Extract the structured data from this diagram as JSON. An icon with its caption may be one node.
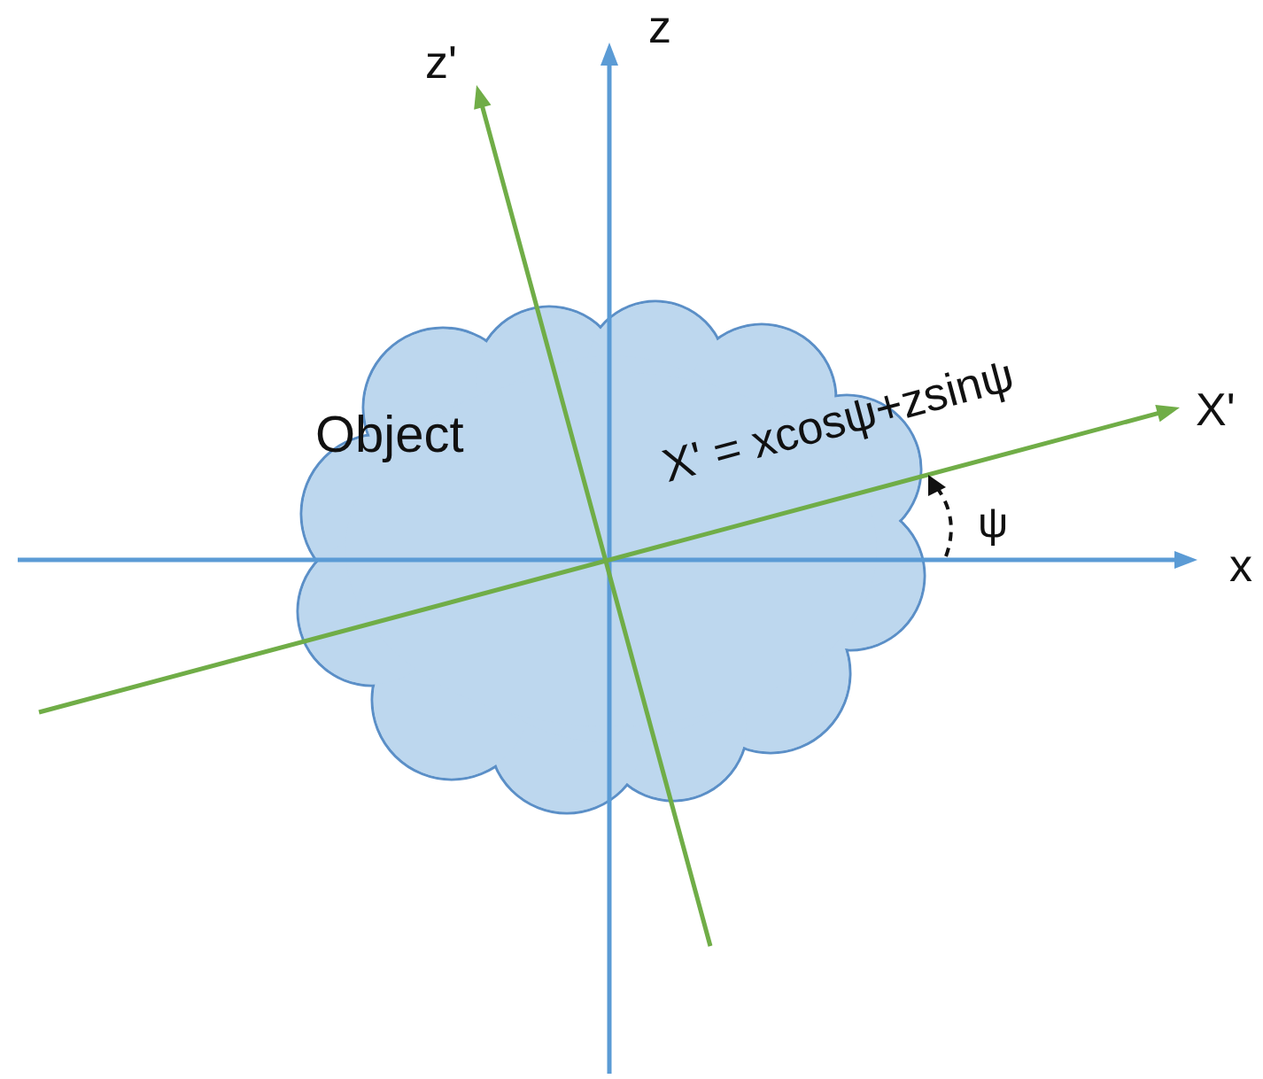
{
  "diagram": {
    "nodes": [
      {
        "text": [
          "Object"
        ]
      }
    ],
    "edges": [],
    "labels": [
      "z'",
      "z",
      "X' = xcosψ+zsinψ",
      "X'",
      "ψ",
      "x"
    ]
  }
}
